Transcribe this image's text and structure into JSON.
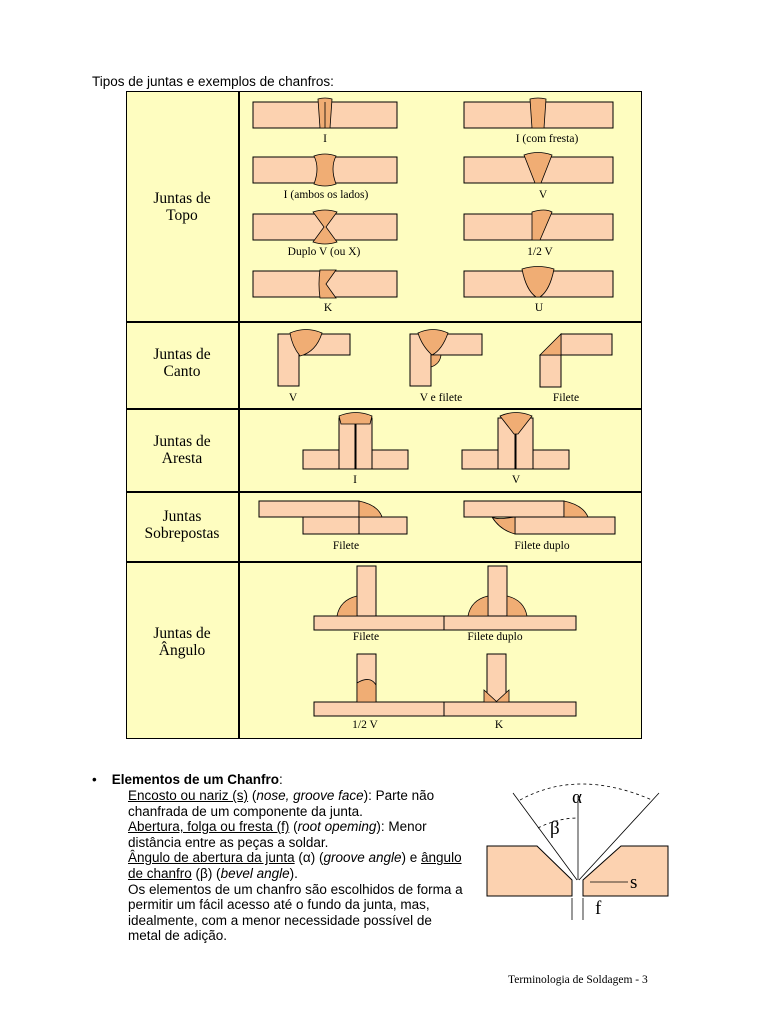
{
  "intro": "Tipos de juntas e exemplos de chanfros:",
  "categories": {
    "topo": [
      "Juntas de",
      "Topo"
    ],
    "canto": [
      "Juntas de",
      "Canto"
    ],
    "aresta": [
      "Juntas de",
      "Aresta"
    ],
    "sobrepostas": [
      "Juntas",
      "Sobrepostas"
    ],
    "angulo": [
      "Juntas de",
      "Ângulo"
    ]
  },
  "labels": {
    "topo": [
      "I",
      "I (com fresta)",
      "I (ambos os lados)",
      "V",
      "Duplo V (ou X)",
      "1/2 V",
      "K",
      "U"
    ],
    "canto": [
      "V",
      "V e filete",
      "Filete"
    ],
    "aresta": [
      "I",
      "V"
    ],
    "sobrepostas": [
      "Filete",
      "Filete duplo"
    ],
    "angulo": [
      "Filete",
      "Filete duplo",
      "1/2 V",
      "K"
    ]
  },
  "elements": {
    "title": "Elementos de um Chanfro",
    "nose_term": "Encosto ou nariz (s)",
    "nose_en": "nose, groove face",
    "nose_desc": ": Parte não chanfrada de um componente da junta.",
    "gap_term": "Abertura, folga ou fresta (f)",
    "gap_en": "root opeming",
    "gap_desc": ": Menor distância entre as peças a soldar.",
    "angle_term": "Ângulo de abertura da junta",
    "angle_en": "groove angle",
    "bevel_term": "ângulo de chanfro",
    "bevel_en": "bevel angle",
    "closing": "Os elementos de um chanfro são escolhidos de forma a permitir um fácil acesso até o fundo da junta, mas, idealmente, com a menor necessidade possível de metal de adição."
  },
  "diagram": {
    "alpha": "α",
    "beta": "β",
    "s": "s",
    "f": "f"
  },
  "footer": "Terminologia de Soldagem -   3"
}
